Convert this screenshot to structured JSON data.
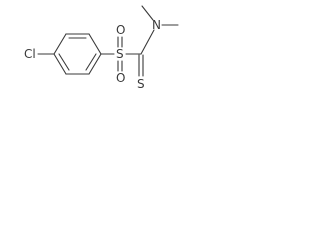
{
  "molecule": {
    "atoms": {
      "chlorine": "Cl",
      "sulfonyl_sulfur": "S",
      "sulfonyl_oxygen_top": "O",
      "sulfonyl_oxygen_bottom": "O",
      "nitrogen": "N",
      "thione_sulfur": "S"
    },
    "colors": {
      "bond": "#3a3a3a",
      "label": "#3a3a3a",
      "background": "#ffffff"
    }
  }
}
